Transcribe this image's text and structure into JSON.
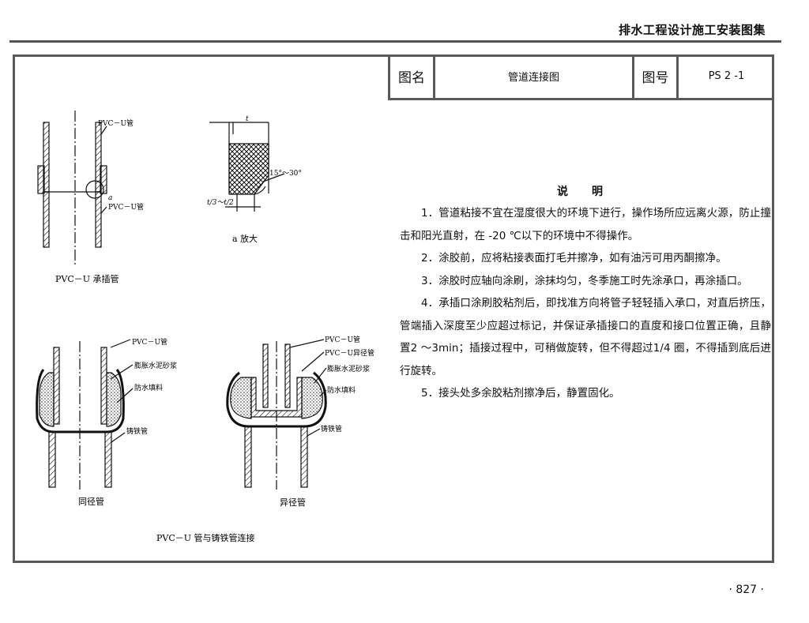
{
  "header": {
    "title": "排水工程设计施工安装图集"
  },
  "title_block": {
    "name_label": "图名",
    "name_value": "管道连接图",
    "number_label": "图号",
    "number_value": "PS 2 -1"
  },
  "drawing": {
    "fig1": {
      "label_top": "PVC－U管",
      "label_bottom": "PVC－U管",
      "callout": "a",
      "caption": "PVC－U 承插管"
    },
    "fig2": {
      "dim_top": "t",
      "angle": "15°～30°",
      "dim_bottom": "t/3～t/2",
      "caption": "a 放大"
    },
    "fig3": {
      "labels": [
        "PVC－U管",
        "膨胀水泥砂浆",
        "防水填料",
        "铸铁管"
      ],
      "caption": "同径管"
    },
    "fig4": {
      "labels": [
        "PVC－U管",
        "PVC－U异径管",
        "膨胀水泥砂浆",
        "防水填料",
        "铸铁管"
      ],
      "caption": "异径管"
    },
    "bottom_caption": "PVC－U 管与铸铁管连接"
  },
  "description": {
    "title": "说明",
    "items": [
      "1．管道粘接不宜在湿度很大的环境下进行，操作场所应远离火源，防止撞击和阳光直射，在 -20 ℃以下的环境中不得操作。",
      "2．涂胶前，应将粘接表面打毛并擦净，如有油污可用丙酮擦净。",
      "3．涂胶时应轴向涂刷，涂抹均匀，冬季施工时先涂承口，再涂插口。",
      "4．承插口涂刷胶粘剂后，即找准方向将管子轻轻插入承口，对直后挤压，管端插入深度至少应超过标记，并保证承插接口的直度和接口位置正确，且静置2 ～3min；插接过程中，可稍做旋转，但不得超过1/4 圈，不得插到底后进行旋转。",
      "5．接头处多余胶粘剂擦净后，静置固化。"
    ]
  },
  "page_number": "· 827 ·"
}
